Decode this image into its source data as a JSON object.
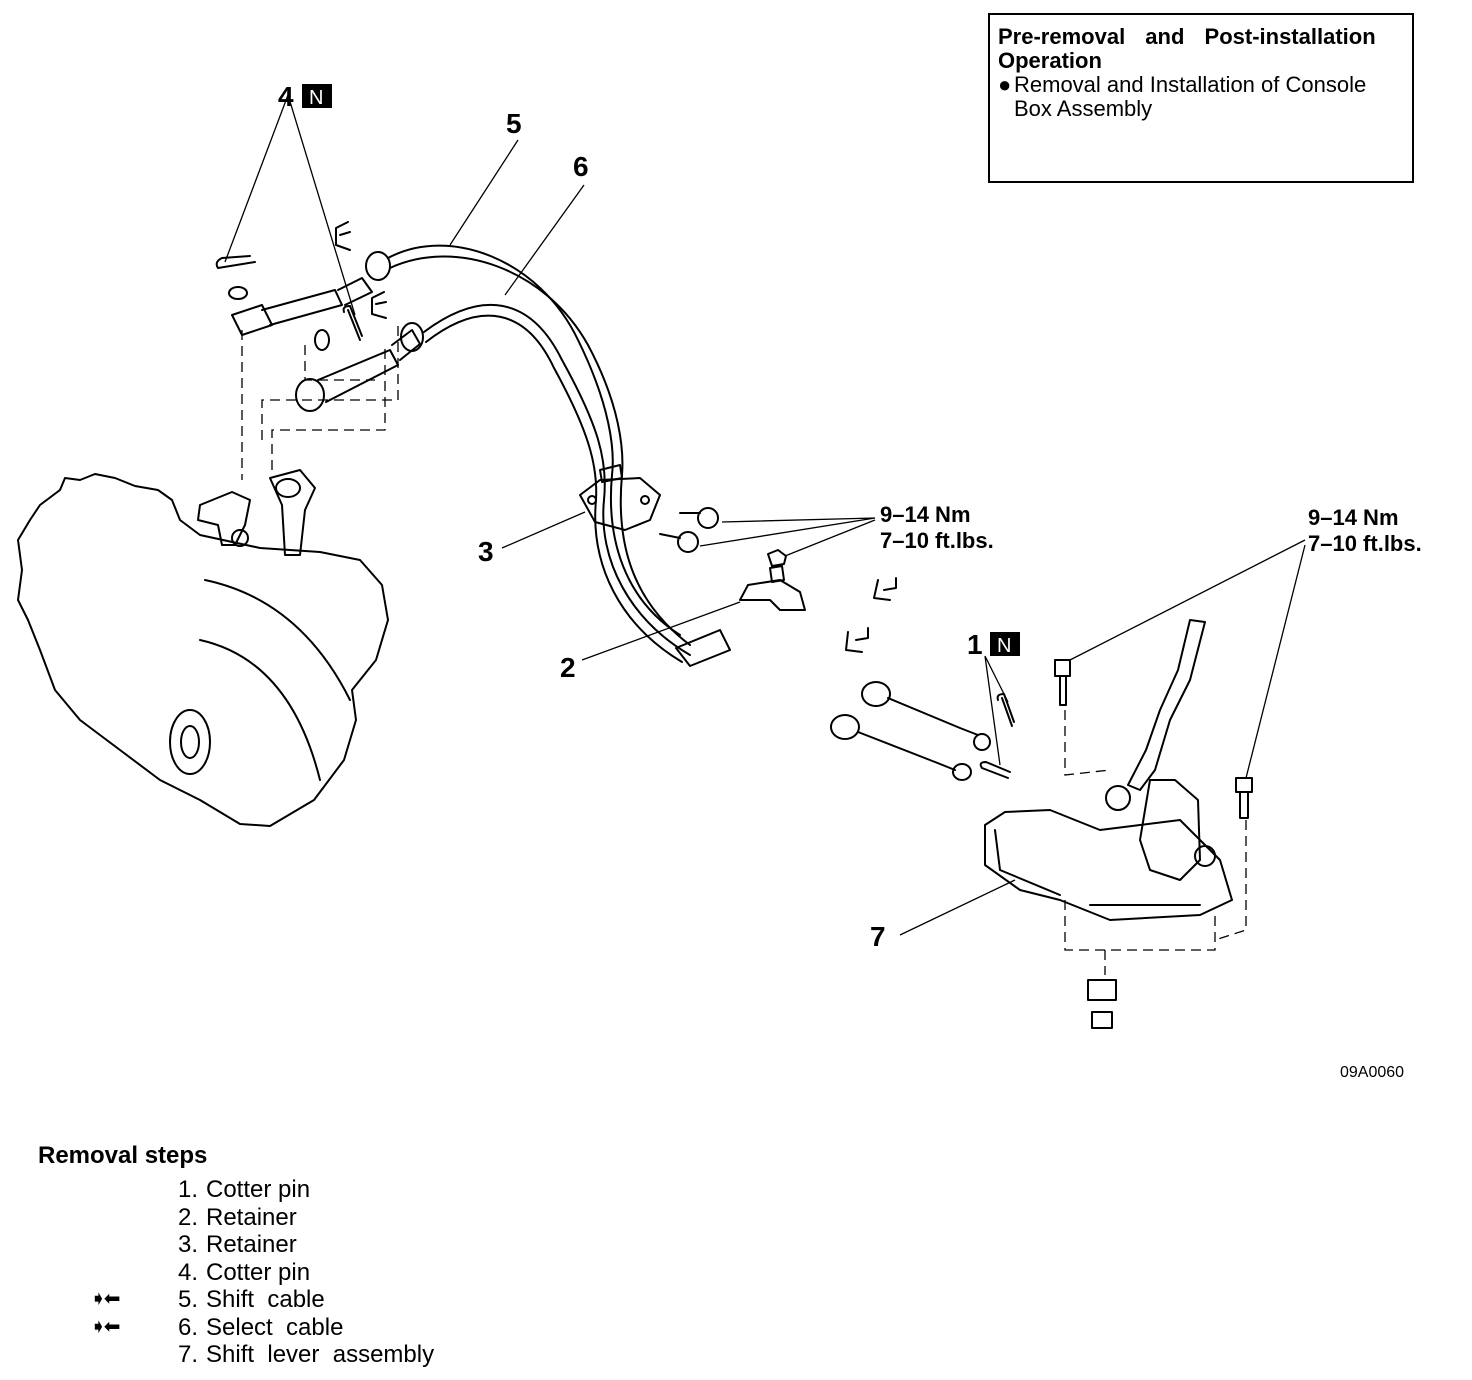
{
  "note": {
    "title": "Pre-removal and Post-installation Operation",
    "bullet": "●",
    "item": "Removal and Installation of Console Box Assembly"
  },
  "callouts": {
    "c1": "1",
    "c2": "2",
    "c3": "3",
    "c4": "4",
    "c5": "5",
    "c6": "6",
    "c7": "7",
    "badge": "N"
  },
  "torque": {
    "metric": "9–14  Nm",
    "imperial": "7–10  ft.lbs."
  },
  "figure_code": "09A0060",
  "steps": {
    "title": "Removal steps",
    "items": [
      {
        "num": "1.",
        "label": "Cotter pin",
        "marker": ""
      },
      {
        "num": "2.",
        "label": "Retainer",
        "marker": ""
      },
      {
        "num": "3.",
        "label": "Retainer",
        "marker": ""
      },
      {
        "num": "4.",
        "label": "Cotter pin",
        "marker": ""
      },
      {
        "num": "5.",
        "label": "Shift  cable",
        "marker": "➧⬅"
      },
      {
        "num": "6.",
        "label": "Select  cable",
        "marker": "➧⬅"
      },
      {
        "num": "7.",
        "label": "Shift  lever  assembly",
        "marker": ""
      }
    ]
  }
}
